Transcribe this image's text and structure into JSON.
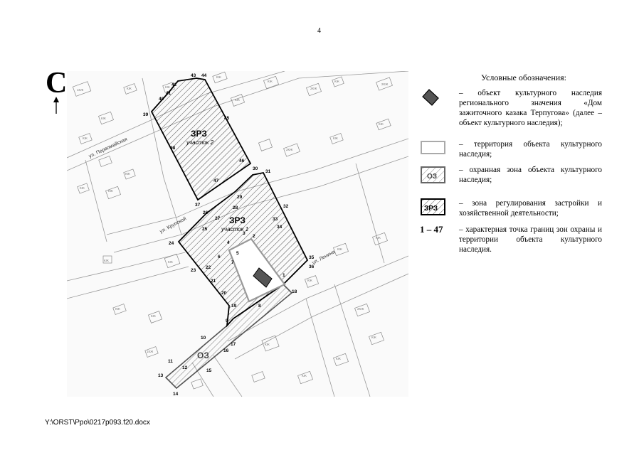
{
  "page_number": "4",
  "north_arrow": "С",
  "legend": {
    "title": "Условные обозначения:",
    "items": [
      {
        "symbol": "object",
        "text": "– объект культурного наследия регионального значения «Дом зажиточного казака Терпугова» (далее – объект культурного наследия);"
      },
      {
        "symbol": "territory",
        "text": "– территория объекта культурного наследия;"
      },
      {
        "symbol": "oz",
        "label": "ОЗ",
        "text": "– охранная зона объекта культурного наследия;"
      },
      {
        "symbol": "zrz",
        "label": "ЗРЗ",
        "text": "– зона регулирования застройки и хозяйственной деятельности;"
      },
      {
        "symbol": "range",
        "label": "1 – 47",
        "text": "– характерная точка границ зон охраны и территории объекта культурного наследия."
      }
    ]
  },
  "map": {
    "streets": {
      "pervomayskaya": "ул. Первомайская",
      "krupskoy": "ул. Крупской",
      "lenina": "ул. Ленина"
    },
    "zone_label": "ЗРЗ",
    "zone_plot2": "участок 2",
    "zone_plot1": "участок 1",
    "oz_label": "ОЗ",
    "points": [
      "1",
      "2",
      "3",
      "4",
      "5",
      "6",
      "7",
      "8",
      "9",
      "10",
      "11",
      "12",
      "13",
      "14",
      "15",
      "16",
      "17",
      "18",
      "19",
      "20",
      "21",
      "22",
      "23",
      "24",
      "25",
      "26",
      "27",
      "28",
      "29",
      "30",
      "31",
      "32",
      "33",
      "34",
      "35",
      "36",
      "37",
      "38",
      "39",
      "40",
      "41",
      "42",
      "43",
      "44",
      "45",
      "46",
      "47"
    ],
    "house_labels": [
      "1КЖ",
      "2КЖ",
      "КЖ",
      "КЖ",
      "КЖ",
      "КЖ",
      "КЖ",
      "КЖ",
      "КЖ",
      "2КЖ",
      "КЖ",
      "КЖ",
      "КЖ",
      "КЖ",
      "2КЖ",
      "КЖ",
      "КЖ",
      "КЖ",
      "КЖ",
      "КЖ",
      "КЖ",
      "1КЖ",
      "КЖ",
      "КЖ",
      "КЖ",
      "КЖ",
      "2КЖ",
      "КЖ",
      "КЖ",
      "КЖ"
    ]
  },
  "footer": "Y:\\ORST\\Ppo\\0217p093.f20.docx"
}
